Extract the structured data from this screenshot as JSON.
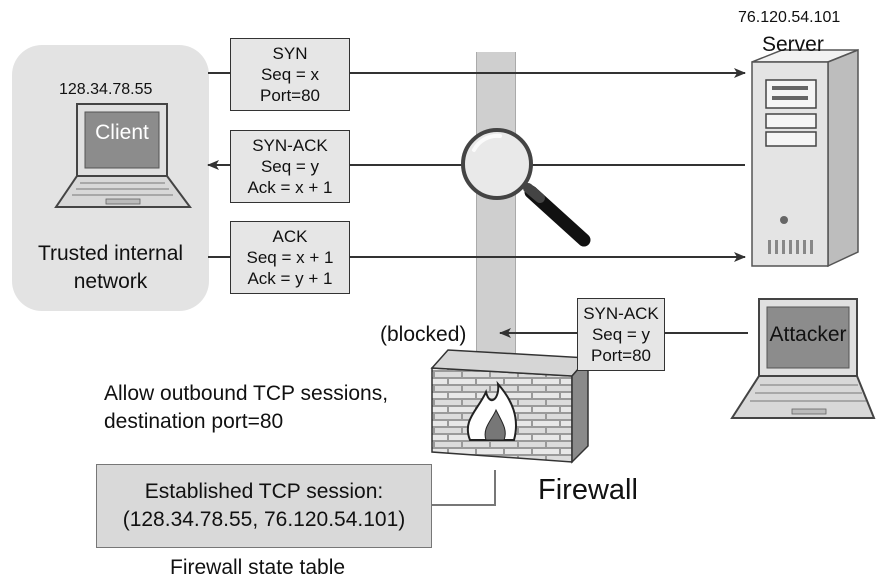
{
  "client": {
    "ip": "128.34.78.55",
    "screen_label": "Client",
    "network_label_line1": "Trusted internal",
    "network_label_line2": "network"
  },
  "server": {
    "ip": "76.120.54.101",
    "label": "Server"
  },
  "attacker": {
    "screen_label": "Attacker"
  },
  "messages": {
    "syn": {
      "line1": "SYN",
      "line2": "Seq = x",
      "line3": "Port=80"
    },
    "syn_ack": {
      "line1": "SYN-ACK",
      "line2": "Seq = y",
      "line3": "Ack = x + 1"
    },
    "ack": {
      "line1": "ACK",
      "line2": "Seq = x + 1",
      "line3": "Ack = y + 1"
    },
    "attacker_syn_ack": {
      "line1": "SYN-ACK",
      "line2": "Seq = y",
      "line3": "Port=80"
    }
  },
  "firewall": {
    "label": "Firewall",
    "blocked_label": "(blocked)",
    "rule_line1": "Allow outbound TCP sessions,",
    "rule_line2": "destination port=80"
  },
  "state_table": {
    "entry_line1": "Established TCP session:",
    "entry_line2": "(128.34.78.55, 76.120.54.101)",
    "caption": "Firewall state table"
  },
  "colors": {
    "trusted_bg": "#e3e3e3",
    "message_bg": "#e6e6e6",
    "pillar": "#cfcfcf",
    "state_bg": "#d9d9d9",
    "arrow": "#333333"
  }
}
